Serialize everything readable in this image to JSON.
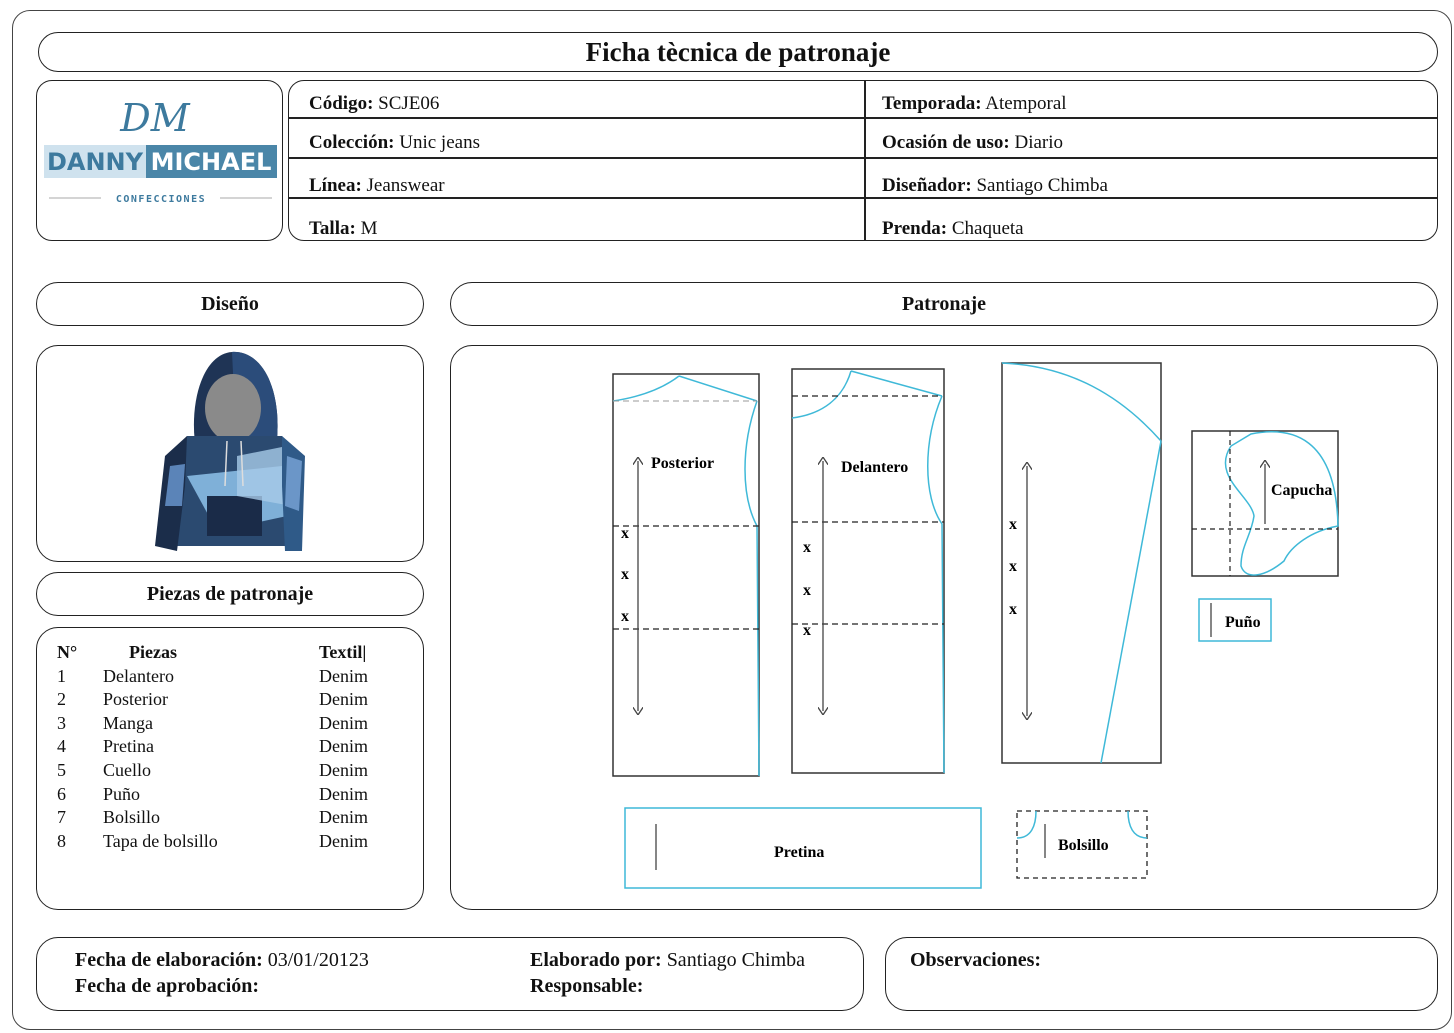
{
  "title": "Ficha tècnica de patronaje",
  "logo": {
    "script": "DM",
    "brand_left": "DANNY",
    "brand_right": "MICHAEL",
    "sub": "CONFECCIONES"
  },
  "info": {
    "codigo": {
      "label": "Código:",
      "value": " SCJE06"
    },
    "coleccion": {
      "label": "Colección:",
      "value": " Unic jeans"
    },
    "linea": {
      "label": "Línea:",
      "value": " Jeanswear"
    },
    "talla": {
      "label": "Talla:",
      "value": " M"
    },
    "temporada": {
      "label": "Temporada:",
      "value": " Atemporal"
    },
    "ocasion": {
      "label": "Ocasión de uso:",
      "value": " Diario"
    },
    "disenador": {
      "label": "Diseñador:",
      "value": " Santiago Chimba"
    },
    "prenda": {
      "label": "Prenda:",
      "value": " Chaqueta"
    }
  },
  "sections": {
    "diseno": "Diseño",
    "patronaje": "Patronaje",
    "piezas": "Piezas de patronaje"
  },
  "pieces_table": {
    "headers": [
      "N°",
      "Piezas",
      "Textil|"
    ],
    "rows": [
      [
        "1",
        "Delantero",
        "Denim"
      ],
      [
        "2",
        "Posterior",
        "Denim"
      ],
      [
        "3",
        "Manga",
        "Denim"
      ],
      [
        "4",
        "Pretina",
        "Denim"
      ],
      [
        "5",
        "Cuello",
        "Denim"
      ],
      [
        "6",
        "Puño",
        "Denim"
      ],
      [
        "7",
        "Bolsillo",
        "Denim"
      ],
      [
        "8",
        "Tapa de bolsillo",
        "Denim"
      ]
    ]
  },
  "pattern_labels": {
    "posterior": "Posterior",
    "delantero": "Delantero",
    "capucha": "Capucha",
    "puno": "Puño",
    "pretina": "Pretina",
    "bolsillo": "Bolsillo",
    "mark": "x"
  },
  "footer": {
    "fecha_elab_label": "Fecha de elaboración:",
    "fecha_elab_value": " 03/01/20123",
    "fecha_aprob_label": "Fecha de aprobación:",
    "elaborado_label": "Elaborado por:",
    "elaborado_value": " Santiago Chimba",
    "responsable_label": "Responsable:",
    "observaciones_label": "Observaciones:"
  },
  "colors": {
    "pattern_line": "#3fb9d8",
    "logo_blue": "#3d7a9e"
  }
}
